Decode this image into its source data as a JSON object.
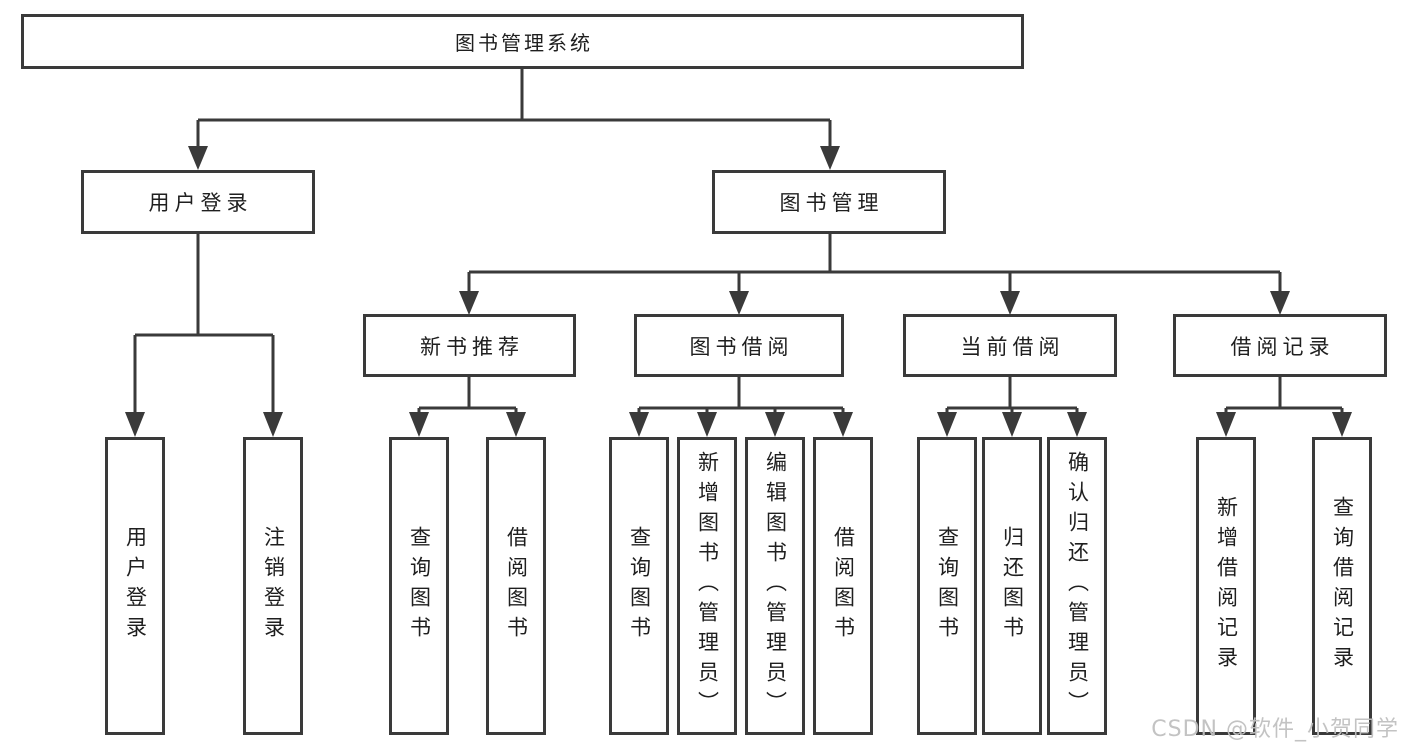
{
  "watermark": "CSDN @软件_小贺同学",
  "colors": {
    "line": "#3a3a3a",
    "box_border": "#3a3a3a",
    "text": "#1f1f1f",
    "background": "#ffffff",
    "watermark": "#c0c0c0"
  },
  "tree": {
    "root": {
      "label": "图书管理系统"
    },
    "branches": [
      {
        "label": "用户登录",
        "children": [
          {
            "label": "用户登录"
          },
          {
            "label": "注销登录"
          }
        ]
      },
      {
        "label": "图书管理",
        "children": [
          {
            "label": "新书推荐",
            "children": [
              {
                "label": "查询图书"
              },
              {
                "label": "借阅图书"
              }
            ]
          },
          {
            "label": "图书借阅",
            "children": [
              {
                "label": "查询图书"
              },
              {
                "label": "新增图书（管理员）"
              },
              {
                "label": "编辑图书（管理员）"
              },
              {
                "label": "借阅图书"
              }
            ]
          },
          {
            "label": "当前借阅",
            "children": [
              {
                "label": "查询图书"
              },
              {
                "label": "归还图书"
              },
              {
                "label": "确认归还（管理员）"
              }
            ]
          },
          {
            "label": "借阅记录",
            "children": [
              {
                "label": "新增借阅记录"
              },
              {
                "label": "查询借阅记录"
              }
            ]
          }
        ]
      }
    ]
  }
}
